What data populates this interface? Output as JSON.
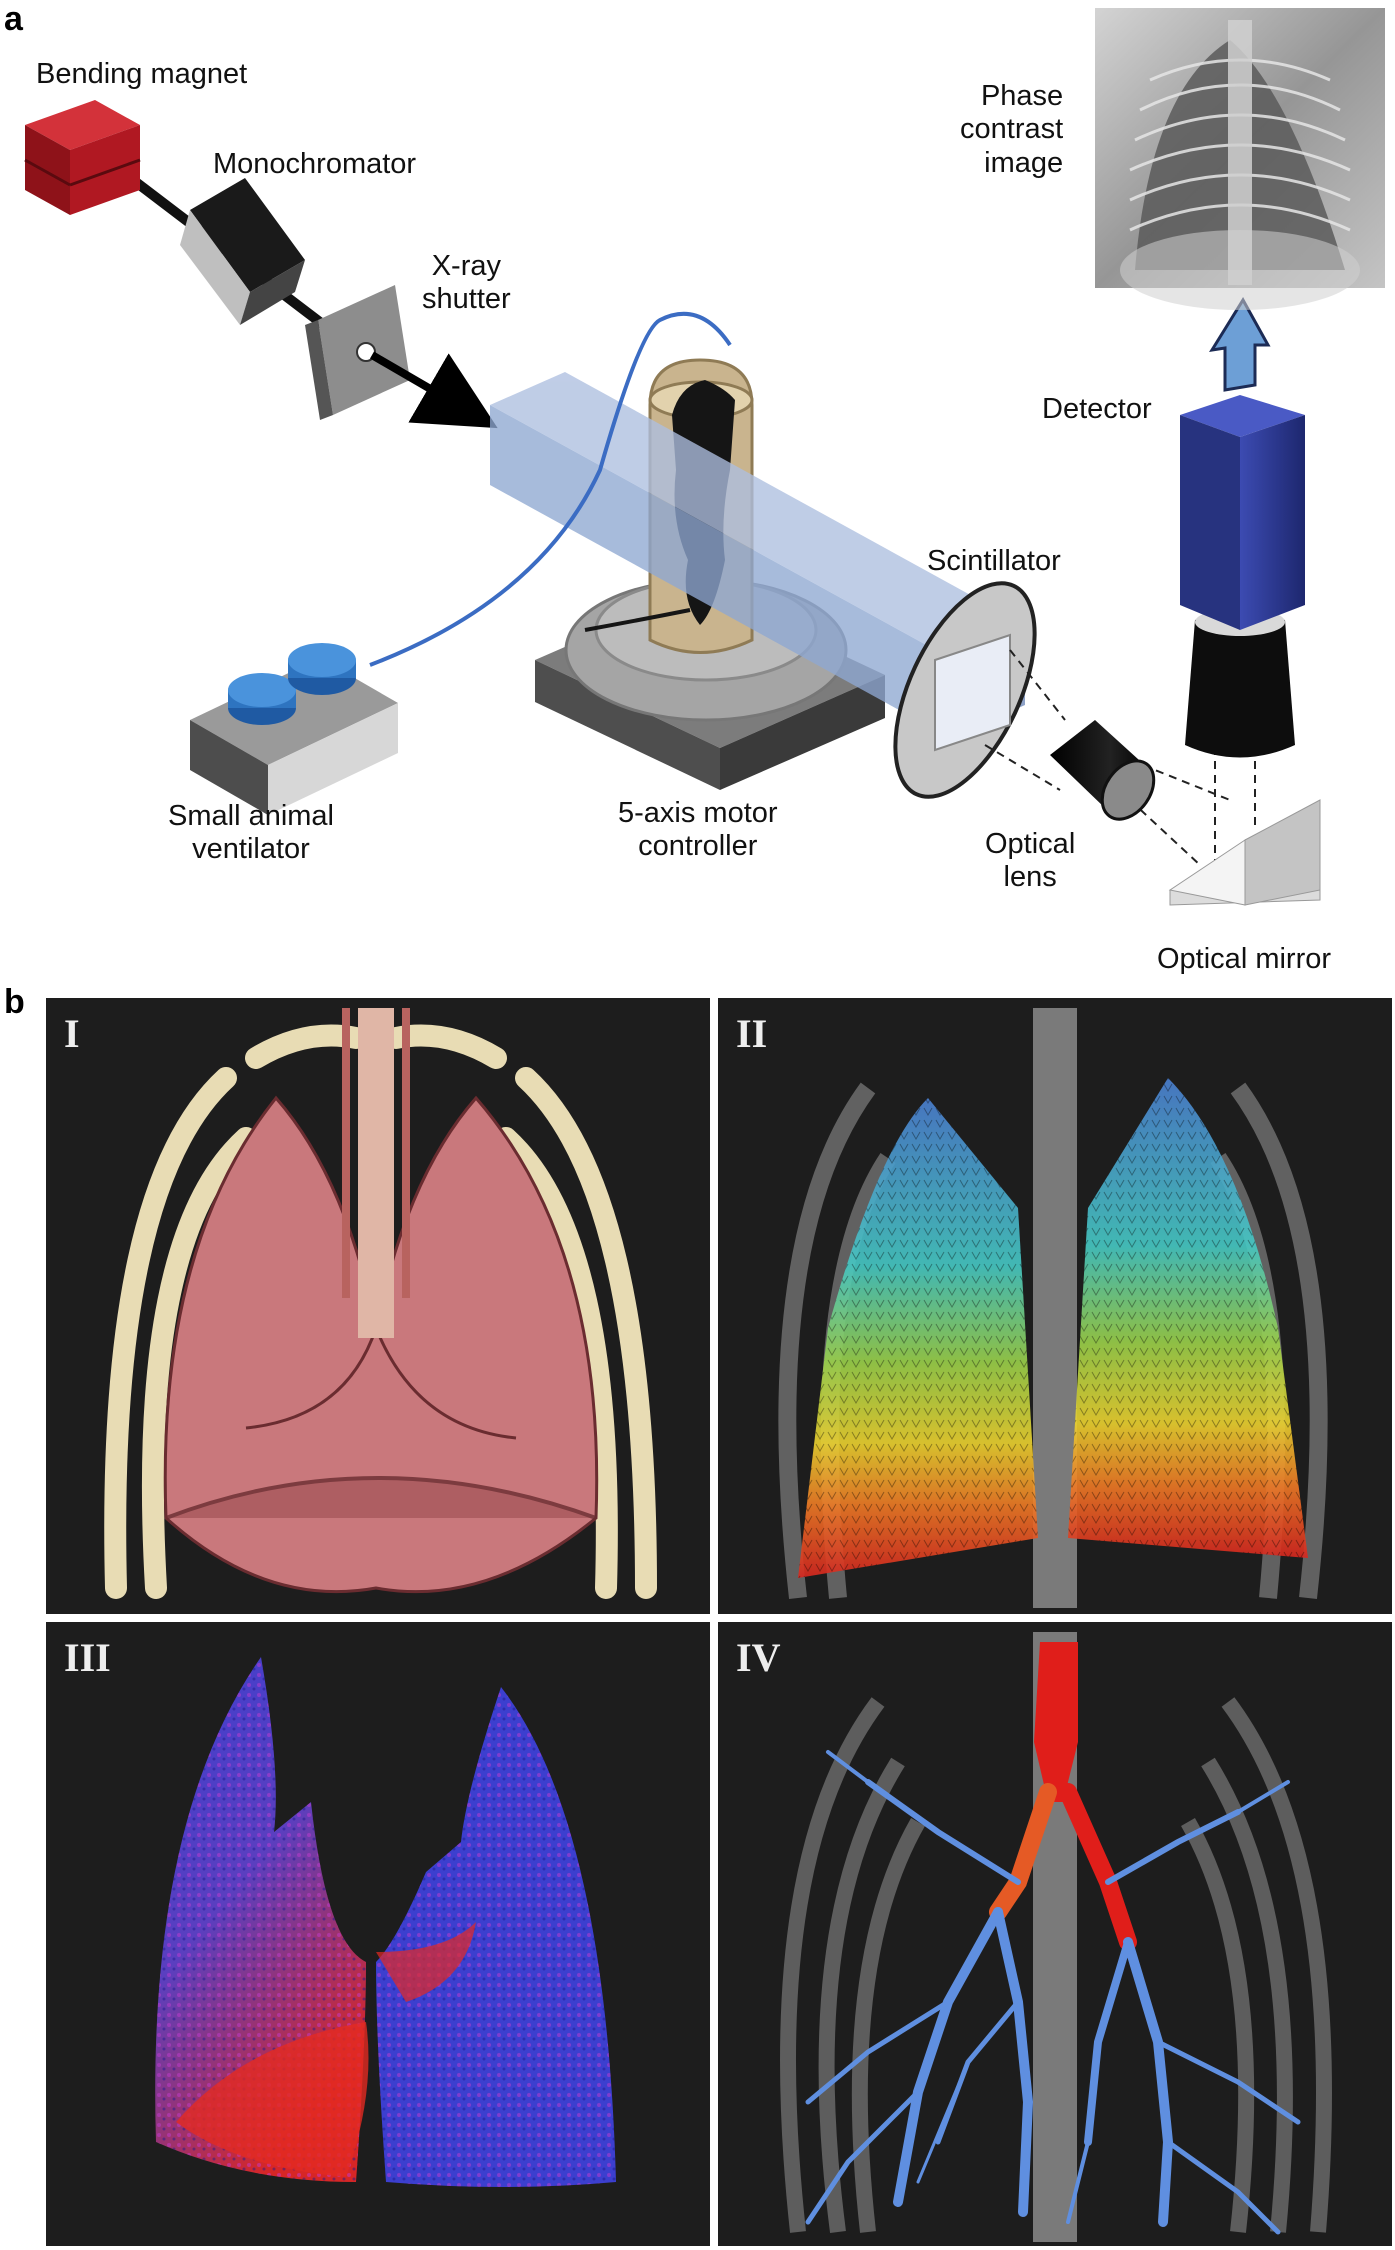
{
  "panel_a": {
    "letter": "a",
    "labels": {
      "bending_magnet": [
        "Bending magnet"
      ],
      "monochromator": [
        "Monochromator"
      ],
      "xray_shutter": [
        "X-ray",
        "shutter"
      ],
      "phase_contrast": [
        "Phase",
        "contrast",
        "image"
      ],
      "detector": [
        "Detector"
      ],
      "scintillator": [
        "Scintillator"
      ],
      "ventilator": [
        "Small animal",
        "ventilator"
      ],
      "motor_controller": [
        "5-axis motor",
        "controller"
      ],
      "optical_lens": [
        "Optical",
        "lens"
      ],
      "optical_mirror": [
        "Optical mirror"
      ]
    }
  },
  "panel_b": {
    "letter": "b",
    "subpanels": [
      {
        "numeral": "I"
      },
      {
        "numeral": "II"
      },
      {
        "numeral": "III"
      },
      {
        "numeral": "IV"
      }
    ]
  },
  "colors": {
    "magnet": "#b01822",
    "beam_box": "#8fa8d2",
    "detector": "#2b3896",
    "ventilator_pad": "#2e74c0",
    "tube": "#c9b48e",
    "panel_bg": "#1d1d1d",
    "lung_pink": "#c9787c",
    "bone": "#e8dcb4"
  }
}
